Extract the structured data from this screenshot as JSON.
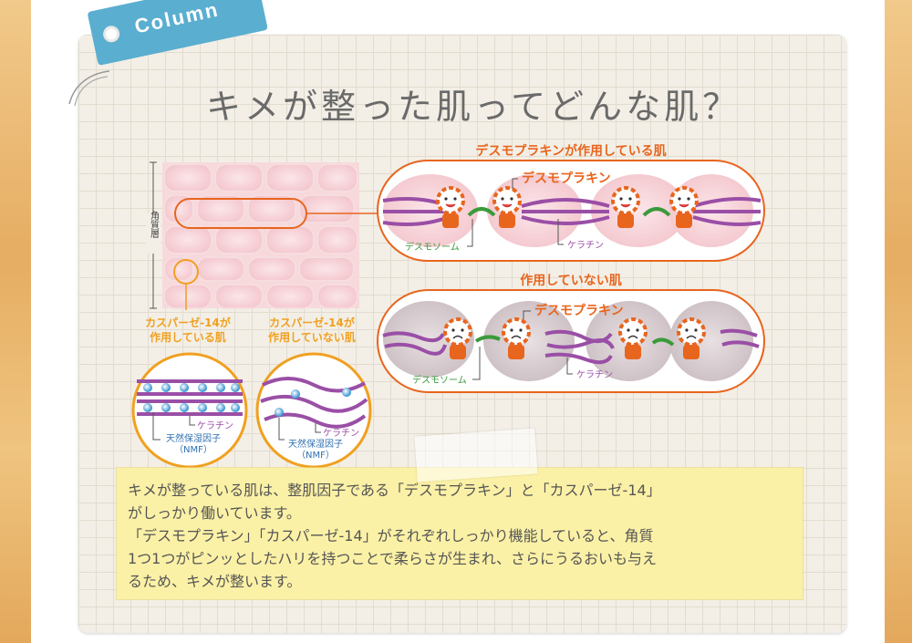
{
  "tag": {
    "label": "Column"
  },
  "title": "キメが整った肌ってどんな肌？",
  "diagram": {
    "stratum_label": "角質層",
    "active_title": "デスモプラキンが作用している肌",
    "inactive_title": "作用していない肌",
    "desmoplakin": "デスモプラキン",
    "desmosome": "デスモソーム",
    "keratin": "ケラチン",
    "casp_active_line1": "カスパーゼ-14が",
    "casp_active_line2": "作用している肌",
    "casp_inactive_line1": "カスパーゼ-14が",
    "casp_inactive_line2": "作用していない肌",
    "nmf_line1": "天然保湿因子",
    "nmf_line2": "（NMF）"
  },
  "note": {
    "lines": [
      "キメが整っている肌は、整肌因子である「デスモプラキン」と「カスパーゼ-14」",
      "がしっかり働いています。",
      "「デスモプラキン」「カスパーゼ-14」がそれぞれしっかり機能していると、角質",
      "1つ1つがピンッとしたハリを持つことで柔らさが生まれ、さらにうるおいも与え",
      "るため、キメが整います。"
    ]
  },
  "colors": {
    "accent_orange": "#e8651e",
    "keratin_purple": "#9a4fa6",
    "desmosome_green": "#3a9a3a",
    "tag_blue": "#5aaed0",
    "note_yellow": "#fbf1a6"
  }
}
